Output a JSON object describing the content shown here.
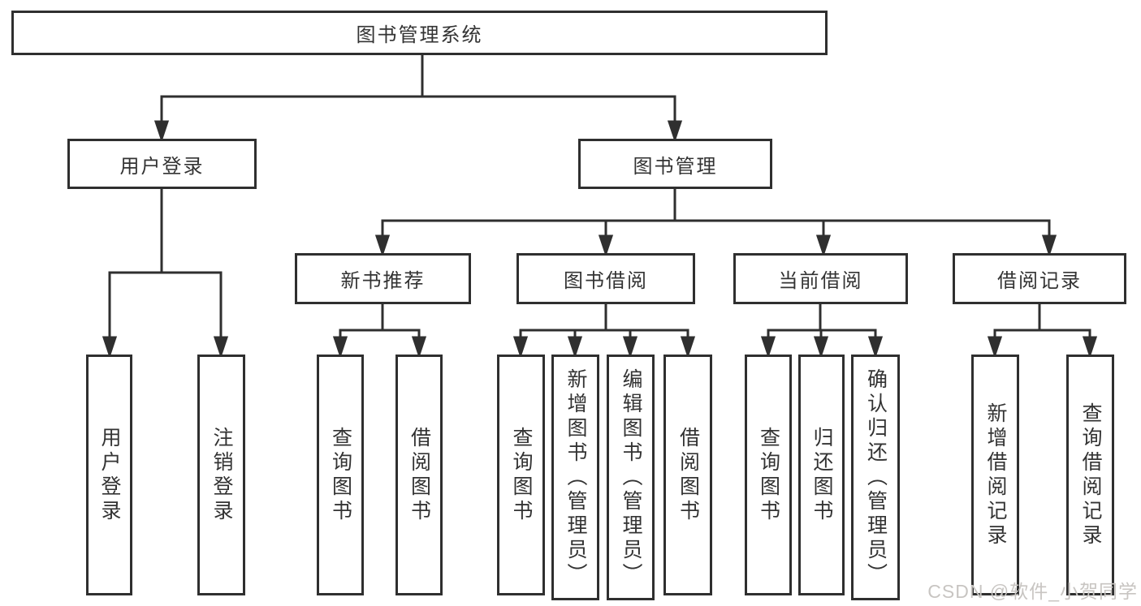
{
  "diagram": {
    "title": "图书管理系统",
    "nodes": {
      "root": "图书管理系统",
      "user_login": "用户登录",
      "book_mgmt": "图书管理",
      "new_books": "新书推荐",
      "book_borrow": "图书借阅",
      "current_borrow": "当前借阅",
      "borrow_records": "借阅记录",
      "leaf_user_login": "用户登录",
      "leaf_logout": "注销登录",
      "leaf_nb_query": "查询图书",
      "leaf_nb_borrow": "借阅图书",
      "leaf_bb_query": "查询图书",
      "leaf_bb_add": "新增图书（管理员）",
      "leaf_bb_edit": "编辑图书（管理员）",
      "leaf_bb_borrow": "借阅图书",
      "leaf_cb_query": "查询图书",
      "leaf_cb_return": "归还图书",
      "leaf_cb_confirm": "确认归还（管理员）",
      "leaf_br_add": "新增借阅记录",
      "leaf_br_query": "查询借阅记录"
    },
    "watermark": "CSDN @软件_小贺同学",
    "colors": {
      "line": "#2f2f2f",
      "box_background": "#ffffff",
      "text": "#333333",
      "watermark": "#c8c5c2",
      "page_background": "#ffffff"
    }
  }
}
